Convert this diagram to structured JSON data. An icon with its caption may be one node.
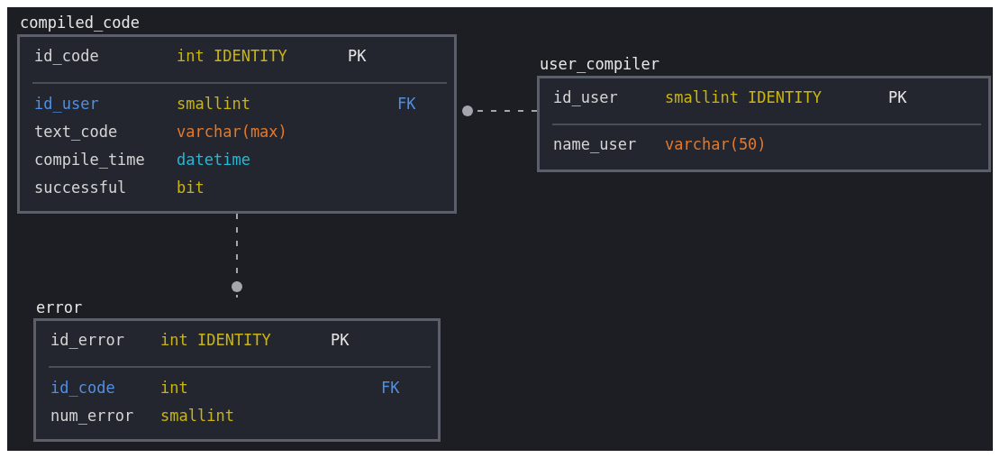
{
  "diagram": {
    "nodes": [
      {
        "text": [
          "compiled_code",
          "id_code",
          "int IDENTITY",
          "PK",
          "id_user",
          "smallint",
          "FK",
          "text_code",
          "varchar(max)",
          "compile_time",
          "datetime",
          "successful",
          "bit"
        ]
      },
      {
        "text": [
          "user_compiler",
          "id_user",
          "smallint IDENTITY",
          "PK",
          "name_user",
          "varchar(50)"
        ]
      },
      {
        "text": [
          "error",
          "id_error",
          "int IDENTITY",
          "PK",
          "id_code",
          "int",
          "FK",
          "num_error",
          "smallint"
        ]
      }
    ],
    "edges": [
      {
        "from": 1,
        "to": 0,
        "arrow": "other",
        "style": "dashed"
      },
      {
        "from": 0,
        "to": 2,
        "arrow": "other",
        "style": "dashed"
      }
    ]
  }
}
